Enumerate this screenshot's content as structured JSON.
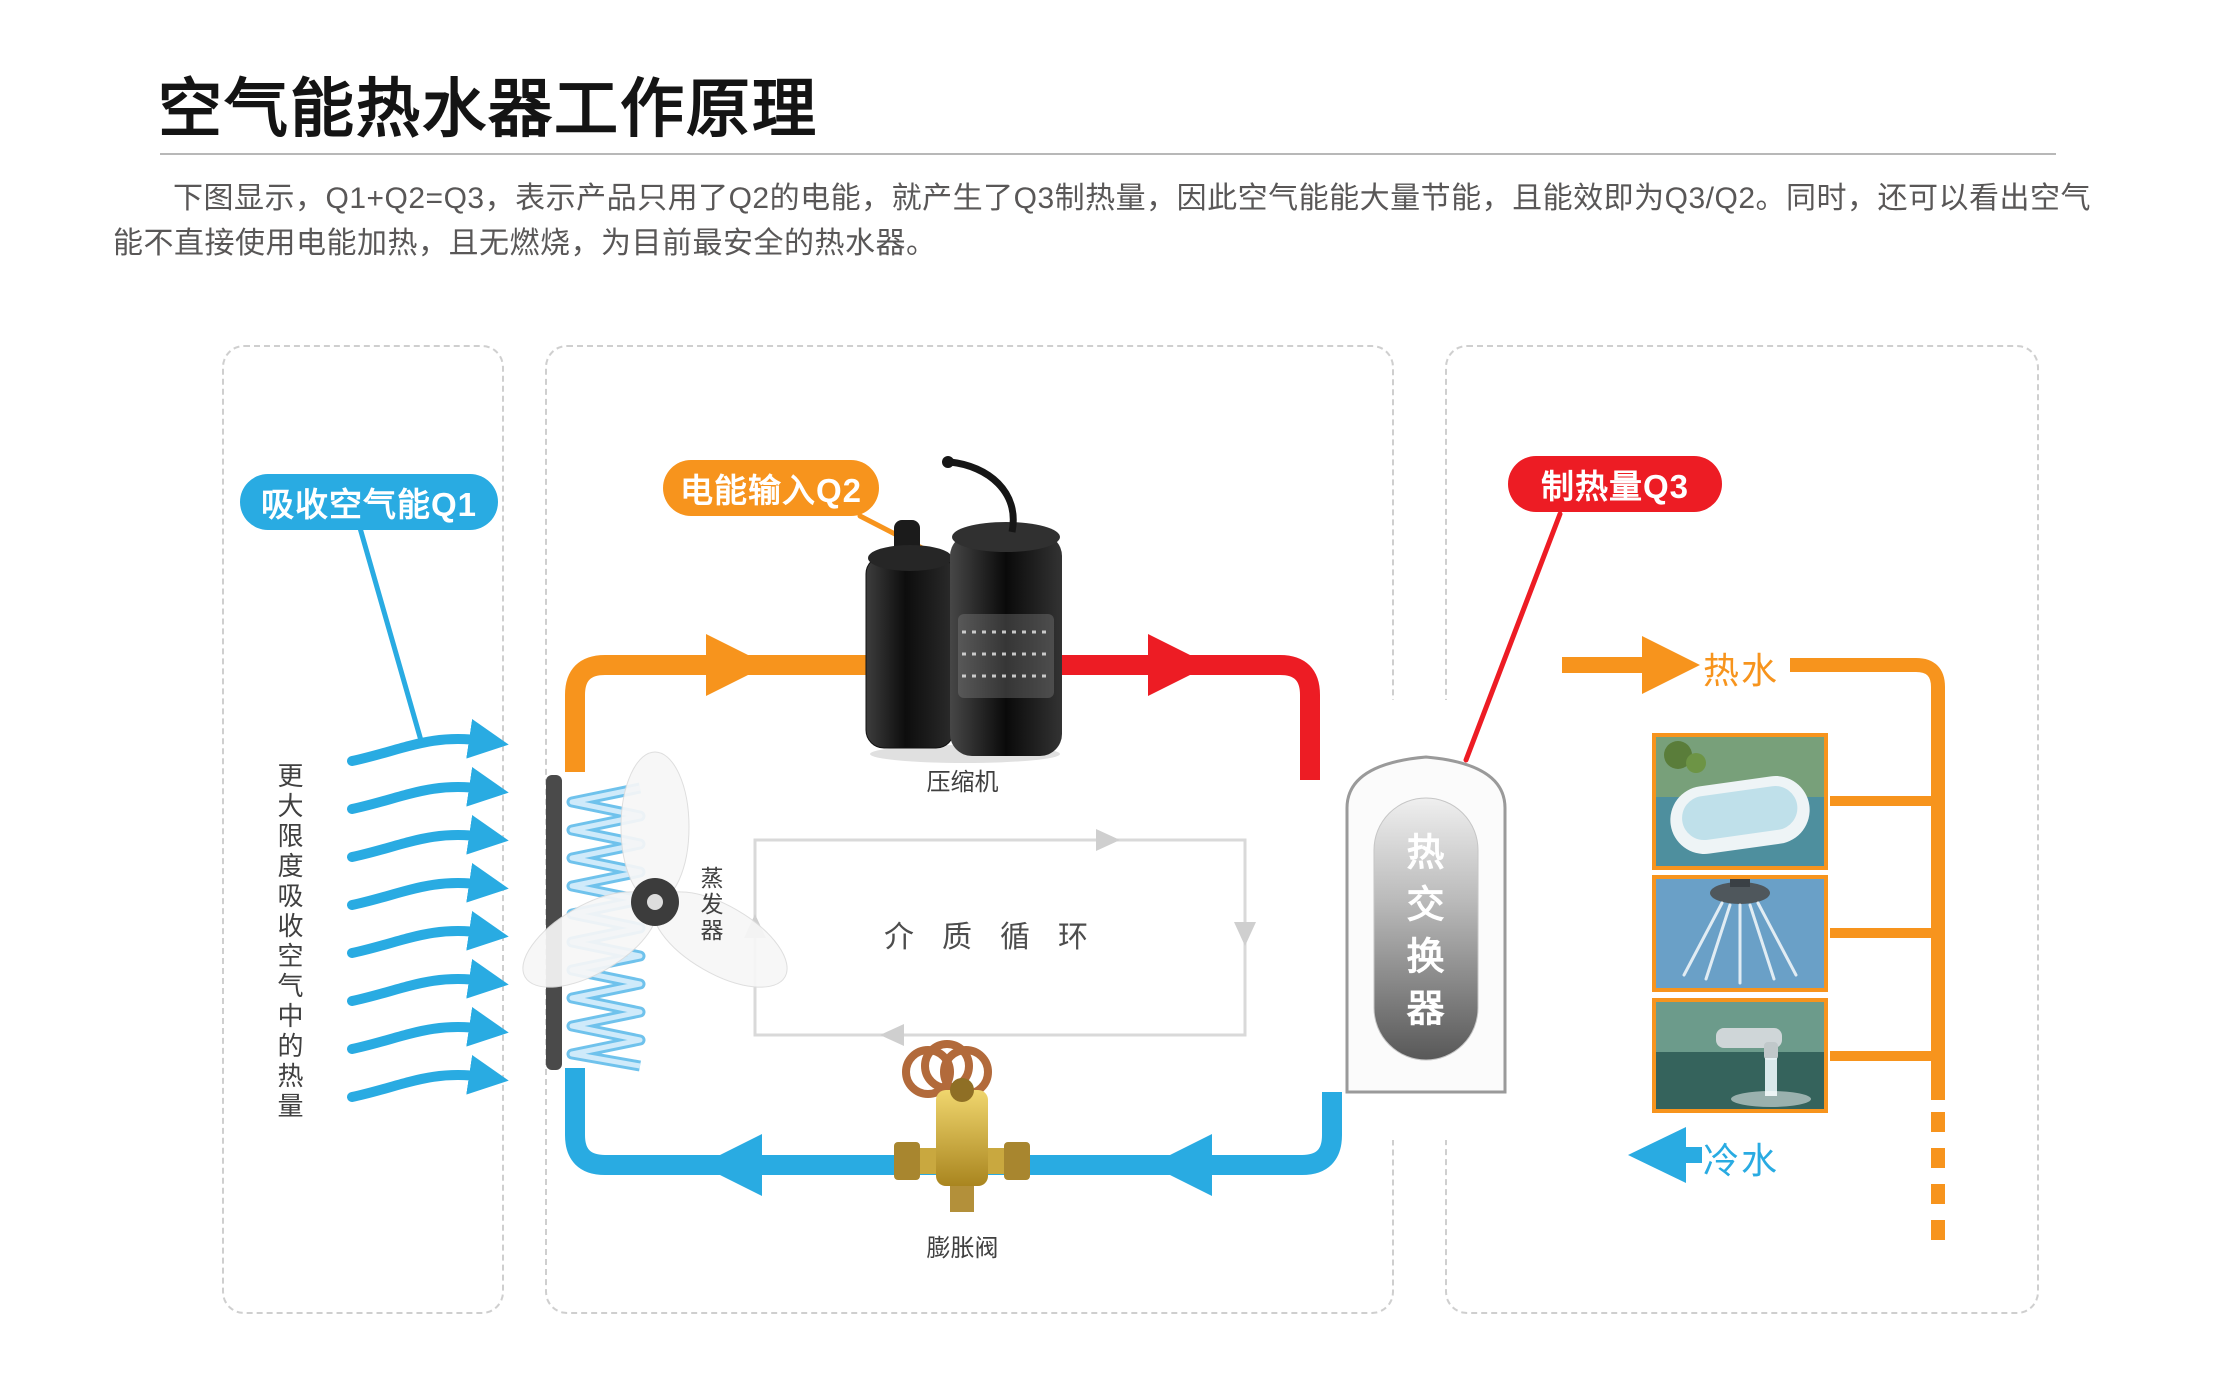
{
  "page": {
    "title": "空气能热水器工作原理",
    "intro": "下图显示，Q1+Q2=Q3，表示产品只用了Q2的电能，就产生了Q3制热量，因此空气能能大量节能，且能效即为Q3/Q2。同时，还可以看出空气能不直接使用电能加热，且无燃烧，为目前最安全的热水器。"
  },
  "badges": {
    "q1": {
      "label": "吸收空气能Q1",
      "color": "#29abe2"
    },
    "q2": {
      "label": "电能输入Q2",
      "color": "#f7941d"
    },
    "q3": {
      "label": "制热量Q3",
      "color": "#ed1c24"
    }
  },
  "labels": {
    "air_note": "更大限度吸收空气中的热量",
    "evaporator": "蒸发器",
    "compressor": "压缩机",
    "expansion_valve": "膨胀阀",
    "medium_cycle": "介质循环",
    "heat_exchanger": "热交换器",
    "hot_water": "热水",
    "cold_water": "冷水"
  },
  "colors": {
    "air_blue": "#29abe2",
    "power_orange": "#f7941d",
    "heat_red": "#ed1c24",
    "loop_gray": "#d9d9d9"
  },
  "icons": {
    "wind_arrows": "curved-right-arrows",
    "usage_photos": [
      "bathtub",
      "shower",
      "faucet"
    ]
  }
}
